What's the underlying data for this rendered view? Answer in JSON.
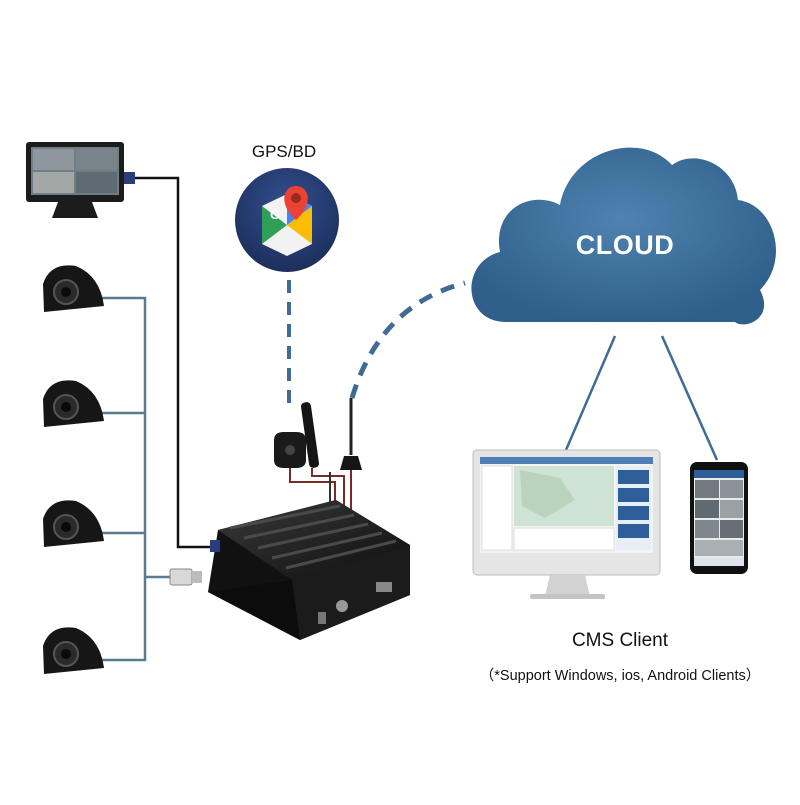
{
  "gps": {
    "label": "GPS/BD",
    "icon": "google-maps-pin-icon"
  },
  "cloud": {
    "label": "CLOUD",
    "fill": "#3d6f9a"
  },
  "cms": {
    "title": "CMS Client",
    "note": "（*Support Windows, ios, Android Clients）"
  },
  "colors": {
    "dashed_link": "#3f6b96",
    "wire": "#5a7a90",
    "cable": "#111111"
  }
}
